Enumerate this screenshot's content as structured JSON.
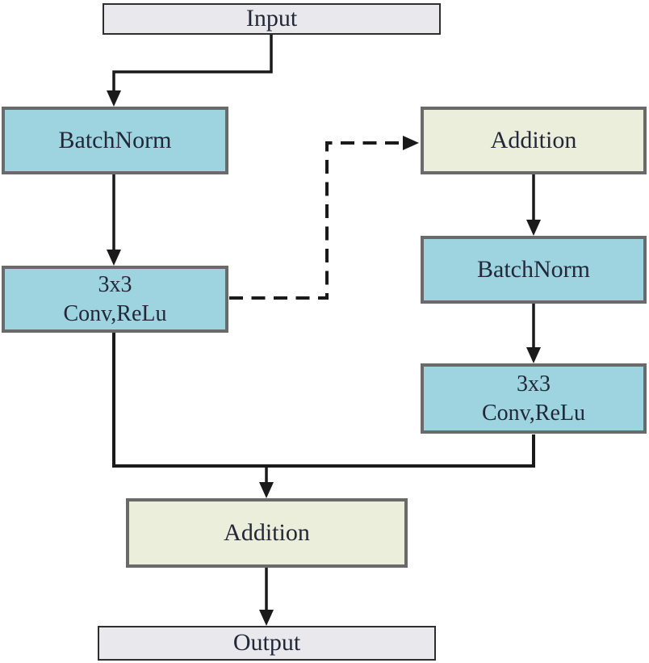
{
  "diagram": {
    "description": "Residual convolution block flowchart",
    "nodes": {
      "input": {
        "label": "Input"
      },
      "batchnorm_left": {
        "label": "BatchNorm"
      },
      "conv_left": {
        "label_line1": "3x3",
        "label_line2": "Conv,ReLu"
      },
      "addition_right": {
        "label": "Addition"
      },
      "batchnorm_right": {
        "label": "BatchNorm"
      },
      "conv_right": {
        "label_line1": "3x3",
        "label_line2": "Conv,ReLu"
      },
      "addition_bottom": {
        "label": "Addition"
      },
      "output": {
        "label": "Output"
      }
    },
    "edges": [
      {
        "from": "input",
        "to": "batchnorm_left",
        "style": "solid-arrow"
      },
      {
        "from": "batchnorm_left",
        "to": "conv_left",
        "style": "solid-arrow"
      },
      {
        "from": "conv_left",
        "to": "addition_right",
        "style": "dashed-arrow"
      },
      {
        "from": "addition_right",
        "to": "batchnorm_right",
        "style": "solid-arrow"
      },
      {
        "from": "batchnorm_right",
        "to": "conv_right",
        "style": "solid-arrow"
      },
      {
        "from": "conv_left",
        "to": "addition_bottom",
        "style": "solid-arrow"
      },
      {
        "from": "conv_right",
        "to": "addition_bottom",
        "style": "solid-arrow"
      },
      {
        "from": "addition_bottom",
        "to": "output",
        "style": "solid-arrow"
      }
    ],
    "colors": {
      "io_fill": "#e8e8ed",
      "io_border": "#2e2e2e",
      "operation_fill": "#9ed3e0",
      "addition_fill": "#ebeedb",
      "operation_border": "#6a6a6a",
      "line": "#1a1a1a",
      "text": "#222838",
      "background": "#ffffff"
    }
  }
}
